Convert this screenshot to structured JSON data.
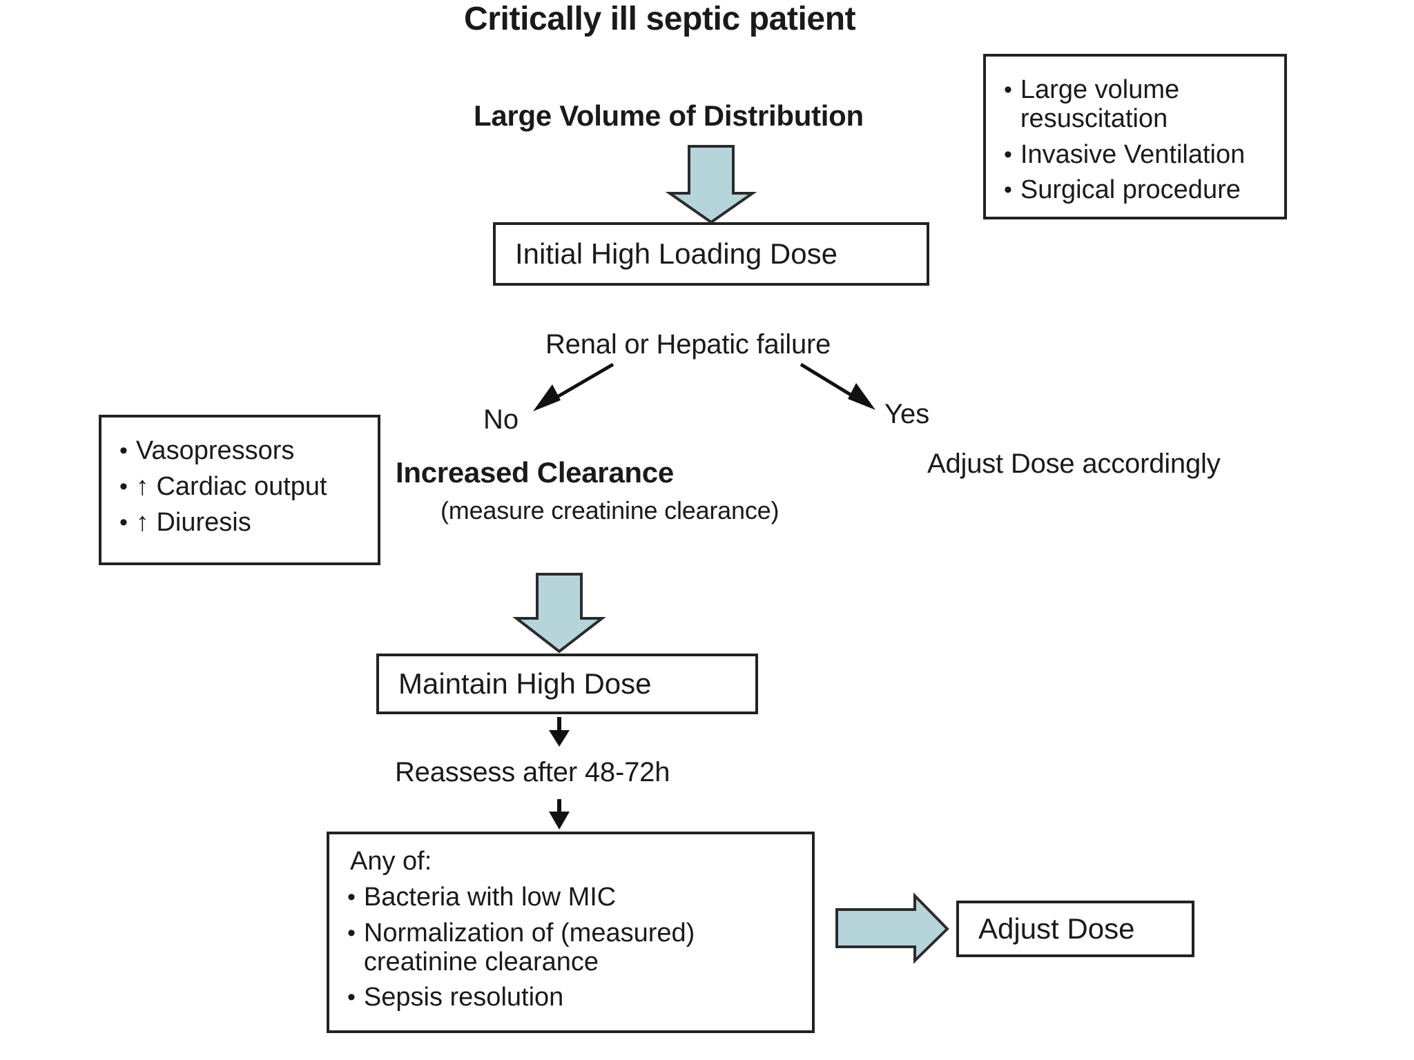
{
  "diagram": {
    "title": "Critically ill septic patient",
    "subtitle": "Large Volume of Distribution",
    "nodes": {
      "initial_dose": "Initial High Loading Dose",
      "maintain_dose": "Maintain High Dose",
      "adjust_dose": "Adjust Dose"
    },
    "decision": {
      "question": "Renal or Hepatic failure",
      "no_label": "No",
      "yes_label": "Yes",
      "yes_outcome": "Adjust Dose accordingly"
    },
    "clearance": {
      "heading": "Increased Clearance",
      "note": "(measure creatinine clearance)"
    },
    "reassess": "Reassess after 48-72h",
    "causes_box": {
      "items": [
        "Large volume resuscitation",
        "Invasive Ventilation",
        "Surgical procedure"
      ]
    },
    "clearance_drivers_box": {
      "items": [
        "Vasopressors",
        "↑ Cardiac output",
        "↑ Diuresis"
      ]
    },
    "criteria_box": {
      "lead": "Any of:",
      "items": [
        "Bacteria with low MIC",
        "Normalization of (measured) creatinine clearance",
        "Sepsis resolution"
      ]
    },
    "bullet_glyph": "•",
    "colors": {
      "block_arrow_fill": "#b6d5db",
      "block_arrow_stroke": "#2b2b2b",
      "box_border": "#222222",
      "text": "#1a1a1a",
      "background": "#ffffff"
    }
  }
}
